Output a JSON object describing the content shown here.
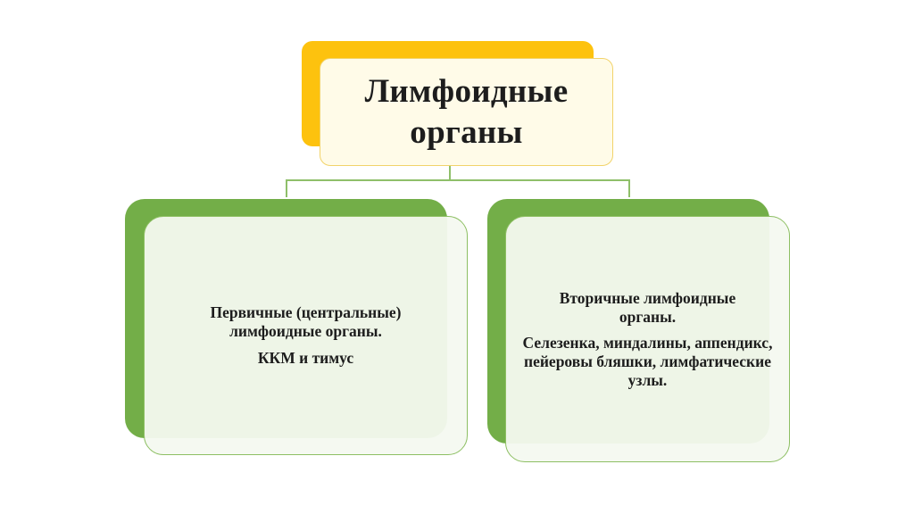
{
  "diagram": {
    "root": {
      "title": "Лимфоидные органы"
    },
    "children": [
      {
        "heading": "Первичные (центральные) лимфоидные органы.",
        "detail": "ККМ и тимус"
      },
      {
        "heading": "Вторичные лимфоидные органы.",
        "detail": "Селезенка, миндалины, аппендикс, пейеровы бляшки, лимфатические узлы."
      }
    ]
  },
  "colors": {
    "root_accent": "#fdc20e",
    "root_fill": "#fffbe8",
    "child_accent": "#73ae48",
    "child_fill": "#f4f9f0",
    "connector": "#8fbf6a"
  }
}
